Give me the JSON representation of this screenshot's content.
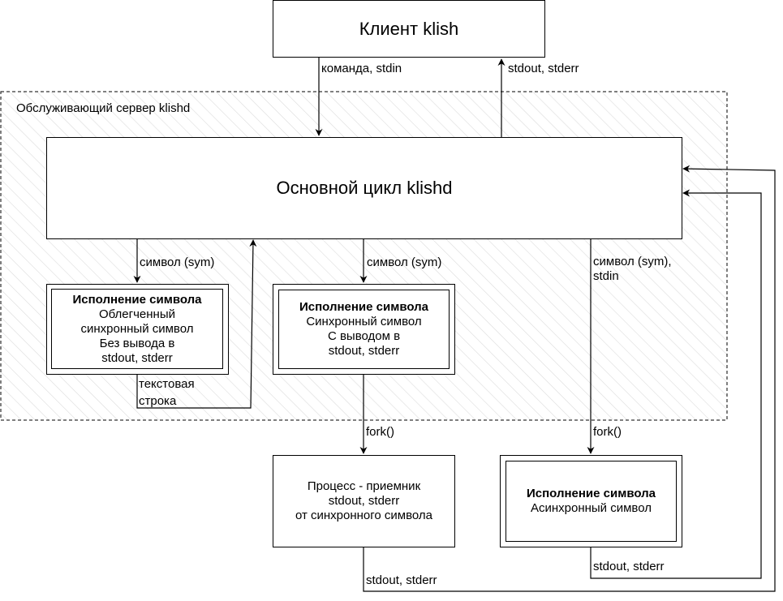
{
  "server": {
    "label": "Обслуживающий сервер klishd"
  },
  "client": {
    "title": "Клиент klish"
  },
  "main_loop": {
    "title": "Основной цикл klishd"
  },
  "exec_light": {
    "heading": "Исполнение символа",
    "lines": [
      "Облегченный",
      "синхронный символ",
      "Без вывода в",
      "stdout, stderr"
    ]
  },
  "exec_sync": {
    "heading": "Исполнение символа",
    "lines": [
      "Синхронный символ",
      "С выводом в",
      "stdout, stderr"
    ]
  },
  "receiver": {
    "lines": [
      "Процесс - приемник",
      "stdout, stderr",
      "от синхронного символа"
    ]
  },
  "exec_async": {
    "heading": "Исполнение символа",
    "lines": [
      "Асинхронный символ"
    ]
  },
  "edges": {
    "client_to_main": "команда, stdin",
    "main_to_client": "stdout, stderr",
    "sym_light": "символ (sym)",
    "text_line": [
      "текстовая",
      "строка"
    ],
    "sym_sync": "символ (sym)",
    "sym_async": [
      "символ (sym),",
      "stdin"
    ],
    "fork_sync": "fork()",
    "fork_async": "fork()",
    "receiver_out": "stdout, stderr",
    "async_out": "stdout, stderr"
  }
}
